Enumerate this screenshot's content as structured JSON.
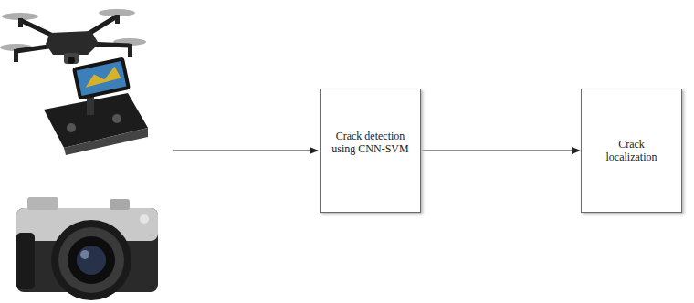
{
  "diagram": {
    "nodes": [
      {
        "text": [
          "Crack detection using CNN-SVM"
        ]
      },
      {
        "text": [
          "Crack localization"
        ]
      }
    ],
    "edges": [
      {
        "from": 0,
        "to": 1,
        "arrow": "to"
      }
    ]
  }
}
